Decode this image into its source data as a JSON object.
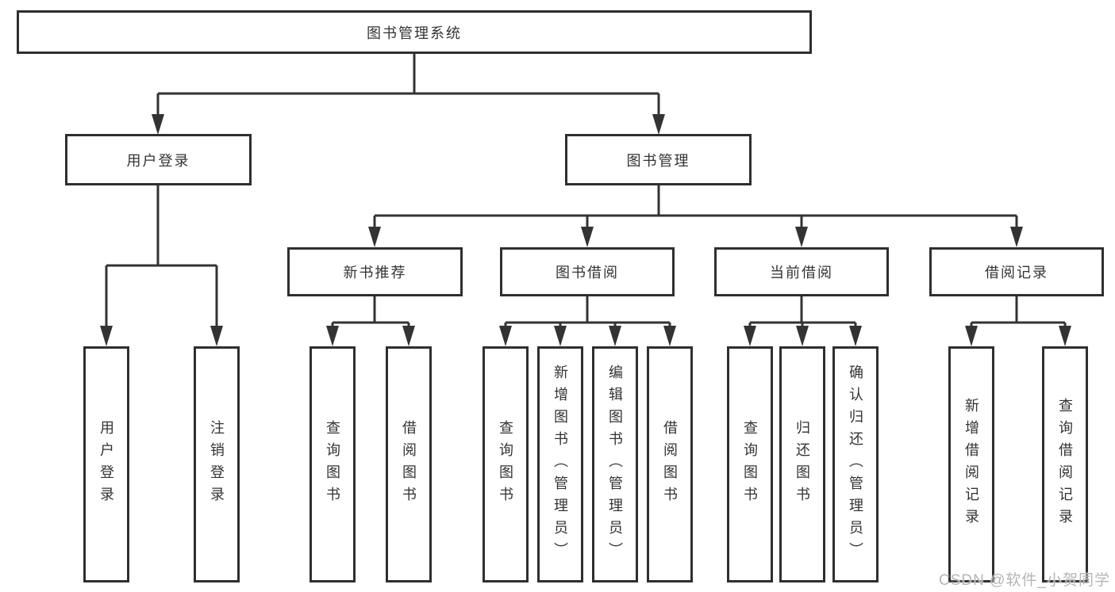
{
  "diagram": {
    "title": "图书管理系统",
    "watermark": "CSDN @软件_小贺同学",
    "branches": [
      {
        "label": "用户登录",
        "children": [
          {
            "label": "用户登录"
          },
          {
            "label": "注销登录"
          }
        ]
      },
      {
        "label": "图书管理",
        "children": [
          {
            "label": "新书推荐",
            "children": [
              {
                "label": "查询图书"
              },
              {
                "label": "借阅图书"
              }
            ]
          },
          {
            "label": "图书借阅",
            "children": [
              {
                "label": "查询图书"
              },
              {
                "label": "新增图书（管理员）"
              },
              {
                "label": "编辑图书（管理员）"
              },
              {
                "label": "借阅图书"
              }
            ]
          },
          {
            "label": "当前借阅",
            "children": [
              {
                "label": "查询图书"
              },
              {
                "label": "归还图书"
              },
              {
                "label": "确认归还（管理员）"
              }
            ]
          },
          {
            "label": "借阅记录",
            "children": [
              {
                "label": "新增借阅记录"
              },
              {
                "label": "查询借阅记录"
              }
            ]
          }
        ]
      }
    ]
  }
}
